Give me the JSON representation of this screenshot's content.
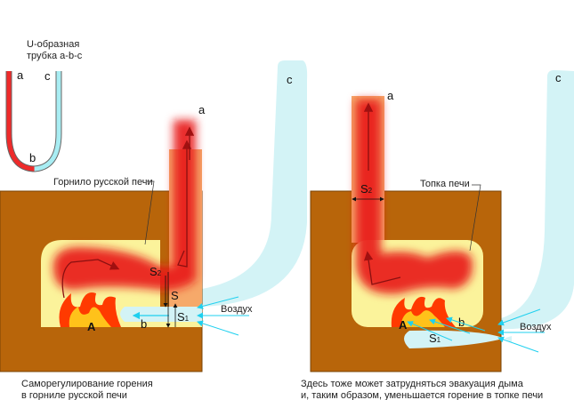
{
  "utube": {
    "title_line1": "U-образная",
    "title_line2": "трубка a-b-c",
    "a": "a",
    "b": "b",
    "c": "c"
  },
  "left": {
    "label_chamber": "Горнило русской печи",
    "a": "a",
    "b": "b",
    "c": "c",
    "A": "A",
    "S": "S",
    "S1": "S",
    "S1_sub": "1",
    "S2": "S",
    "S2_sub": "2",
    "air": "Воздух",
    "caption_line1": "Саморегулирование горения",
    "caption_line2": "в горниле русской печи"
  },
  "right": {
    "label_chamber": "Топка  печи",
    "a": "a",
    "b": "b",
    "c": "c",
    "A": "A",
    "S1": "S",
    "S1_sub": "1",
    "S2": "S",
    "S2_sub": "2",
    "air": "Воздух",
    "caption_line1": "Здесь тоже может затрудняться эвакуация дыма",
    "caption_line2": "и, таким образом, уменьшается горение в топке печи"
  },
  "colors": {
    "brick": "#b8650a",
    "chamber": "#fbf39b",
    "smoke": "#e8141a",
    "air": "#d3f3f6",
    "arrow_air": "#1fd0ef"
  }
}
